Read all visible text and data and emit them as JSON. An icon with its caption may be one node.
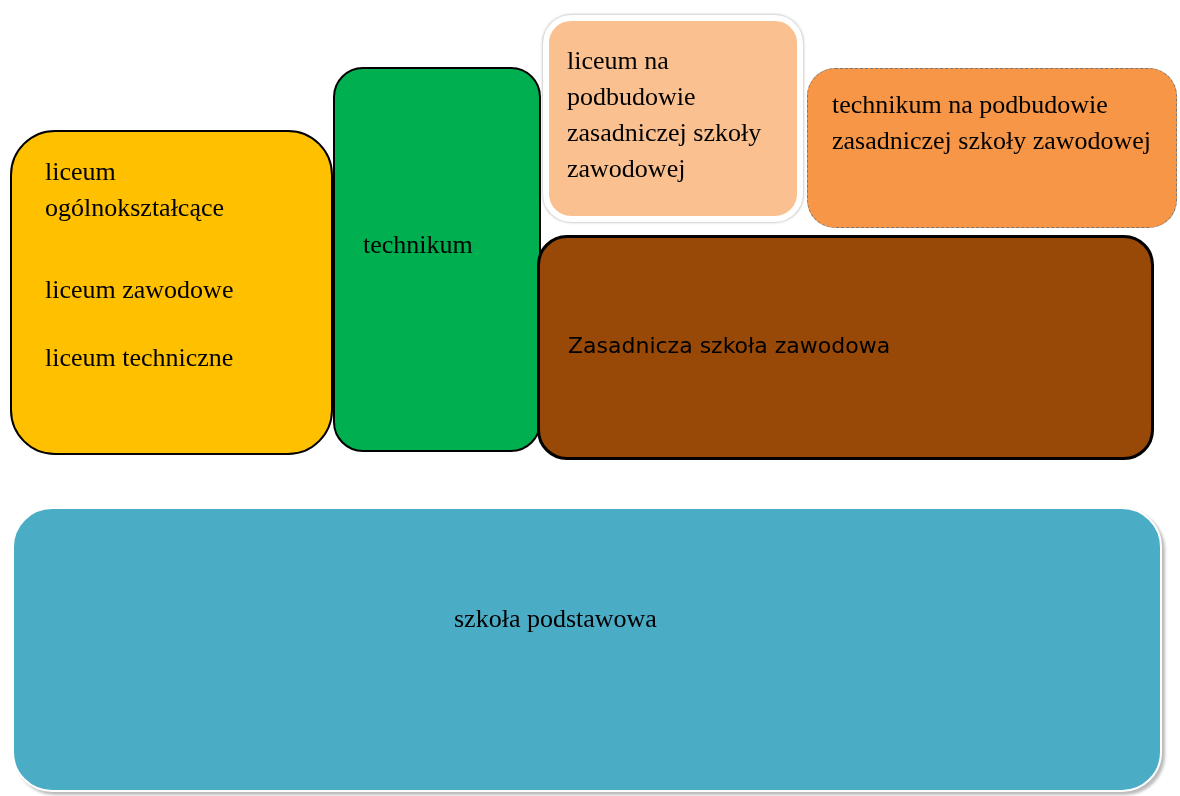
{
  "diagram": {
    "nodes": [
      {
        "text": [
          "liceum ogólnokształcące",
          "liceum zawodowe",
          "liceum techniczne"
        ]
      },
      {
        "text": [
          "technikum"
        ]
      },
      {
        "text": [
          "liceum na podbudowie zasadniczej szkoły zawodowej"
        ]
      },
      {
        "text": [
          "technikum na podbudowie zasadniczej szkoły zawodowej"
        ]
      },
      {
        "text": [
          "Zasadnicza szkoła zawodowa"
        ]
      },
      {
        "text": [
          "szkoła podstawowa"
        ]
      }
    ],
    "edges": []
  }
}
